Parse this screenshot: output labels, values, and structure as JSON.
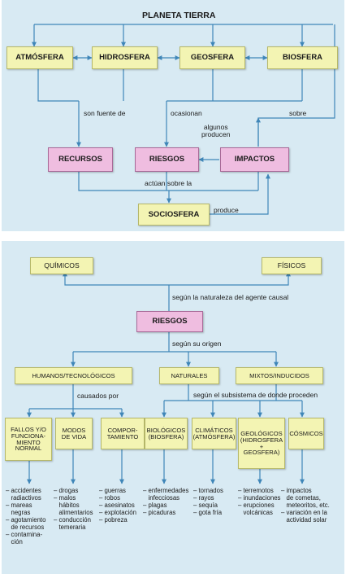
{
  "top": {
    "title": "PLANETA TIERRA",
    "nodes": {
      "atmosfera": "ATMÓSFERA",
      "hidrosfera": "HIDROSFERA",
      "geosfera": "GEOSFERA",
      "biosfera": "BIOSFERA",
      "recursos": "RECURSOS",
      "riesgos": "RIESGOS",
      "impactos": "IMPACTOS",
      "sociosfera": "SOCIOSFERA"
    },
    "labels": {
      "son_fuente_de": "son fuente de",
      "ocasionan": "ocasionan",
      "algunos_producen": "algunos\nproducen",
      "sobre": "sobre",
      "actuan_sobre_la": "actúan sobre la",
      "produce": "produce"
    }
  },
  "bottom": {
    "nodes": {
      "quimicos": "QUÍMICOS",
      "fisicos": "FÍSICOS",
      "riesgos": "RIESGOS",
      "humanos": "HUMANOS/TECNOLÓGICOS",
      "naturales": "NATURALES",
      "mixtos": "MIXTOS/INDUCIDOS",
      "fallos": "FALLOS Y/O\nFUNCIONA-\nMIENTO\nNORMAL",
      "modos": "MODOS\nDE VIDA",
      "compor": "COMPOR-\nTAMIENTO",
      "biologicos": "BIOLÓGICOS\n(BIOSFERA)",
      "climaticos": "CLIMÁTICOS\n(ATMÓSFERA)",
      "geologicos": "GEOLÓGICOS\n(HIDROSFERA\n+\nGEOSFERA)",
      "cosmicos": "CÓSMICOS"
    },
    "labels": {
      "naturaleza": "según la naturaleza del agente causal",
      "origen": "según su origen",
      "causados_por": "causados por",
      "subsistema": "según el subsistema de donde proceden"
    },
    "lists": {
      "fallos": [
        "– accidentes",
        "   radiactivos",
        "– mareas",
        "   negras",
        "– agotamiento",
        "   de recursos",
        "– contamina-",
        "   ción"
      ],
      "modos": [
        "– drogas",
        "– malos",
        "   hábitos",
        "   alimentarios",
        "– conducción",
        "   temeraria"
      ],
      "compor": [
        "– guerras",
        "– robos",
        "– asesinatos",
        "– explotación",
        "– pobreza"
      ],
      "biologicos": [
        "– enfermedades",
        "   infecciosas",
        "– plagas",
        "– picaduras"
      ],
      "climaticos": [
        "– tornados",
        "– rayos",
        "– sequía",
        "– gota fría"
      ],
      "geologicos": [
        "– terremotos",
        "– inundaciones",
        "– erupciones",
        "   volcánicas"
      ],
      "cosmicos": [
        "– impactos",
        "   de cometas,",
        "   meteoritos, etc.",
        "– variación en la",
        "   actividad solar"
      ]
    }
  },
  "colors": {
    "panel_bg": "#d8eaf3",
    "yellow_box": "#f3f4b3",
    "pink_box": "#efbde0",
    "line": "#3f86b8"
  }
}
